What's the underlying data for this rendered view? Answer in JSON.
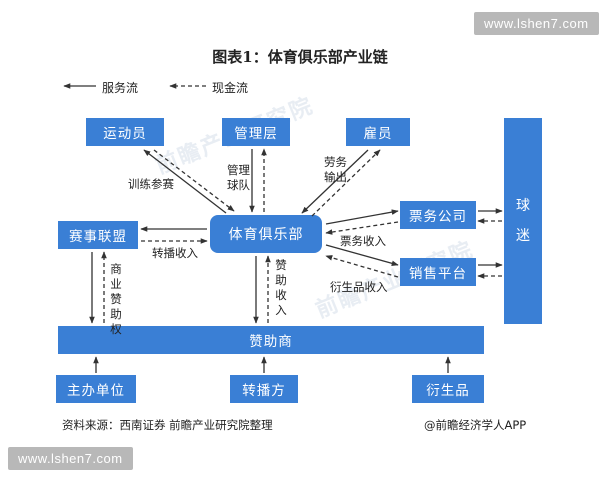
{
  "watermark": "www.lshen7.com",
  "background_watermark": "前瞻产业研究院",
  "title": "图表1：体育俱乐部产业链",
  "legend": {
    "service_flow": "服务流",
    "cash_flow": "现金流"
  },
  "nodes": {
    "athletes": "运动员",
    "management": "管理层",
    "employees": "雇员",
    "league": "赛事联盟",
    "club": "体育俱乐部",
    "ticketing": "票务公司",
    "sales_platform": "销售平台",
    "fans": [
      "球",
      "迷"
    ],
    "sponsors": "赞助商",
    "organizer": "主办单位",
    "broadcaster": "转播方",
    "derivatives": "衍生品"
  },
  "labels": {
    "training": "训练参赛",
    "manage_team": "管理球队",
    "labor_output": "劳务输出",
    "broadcast_income": "转播收入",
    "ticket_income": "票务收入",
    "commercial_sponsorship": "商业赞助权",
    "sponsor_income": "赞助收入",
    "derivative_income": "衍生品收入"
  },
  "footer": {
    "source": "资料来源：西南证券  前瞻产业研究院整理",
    "brand": "@前瞻经济学人APP"
  },
  "colors": {
    "node": "#3a7fd5",
    "arrow": "#333333"
  }
}
